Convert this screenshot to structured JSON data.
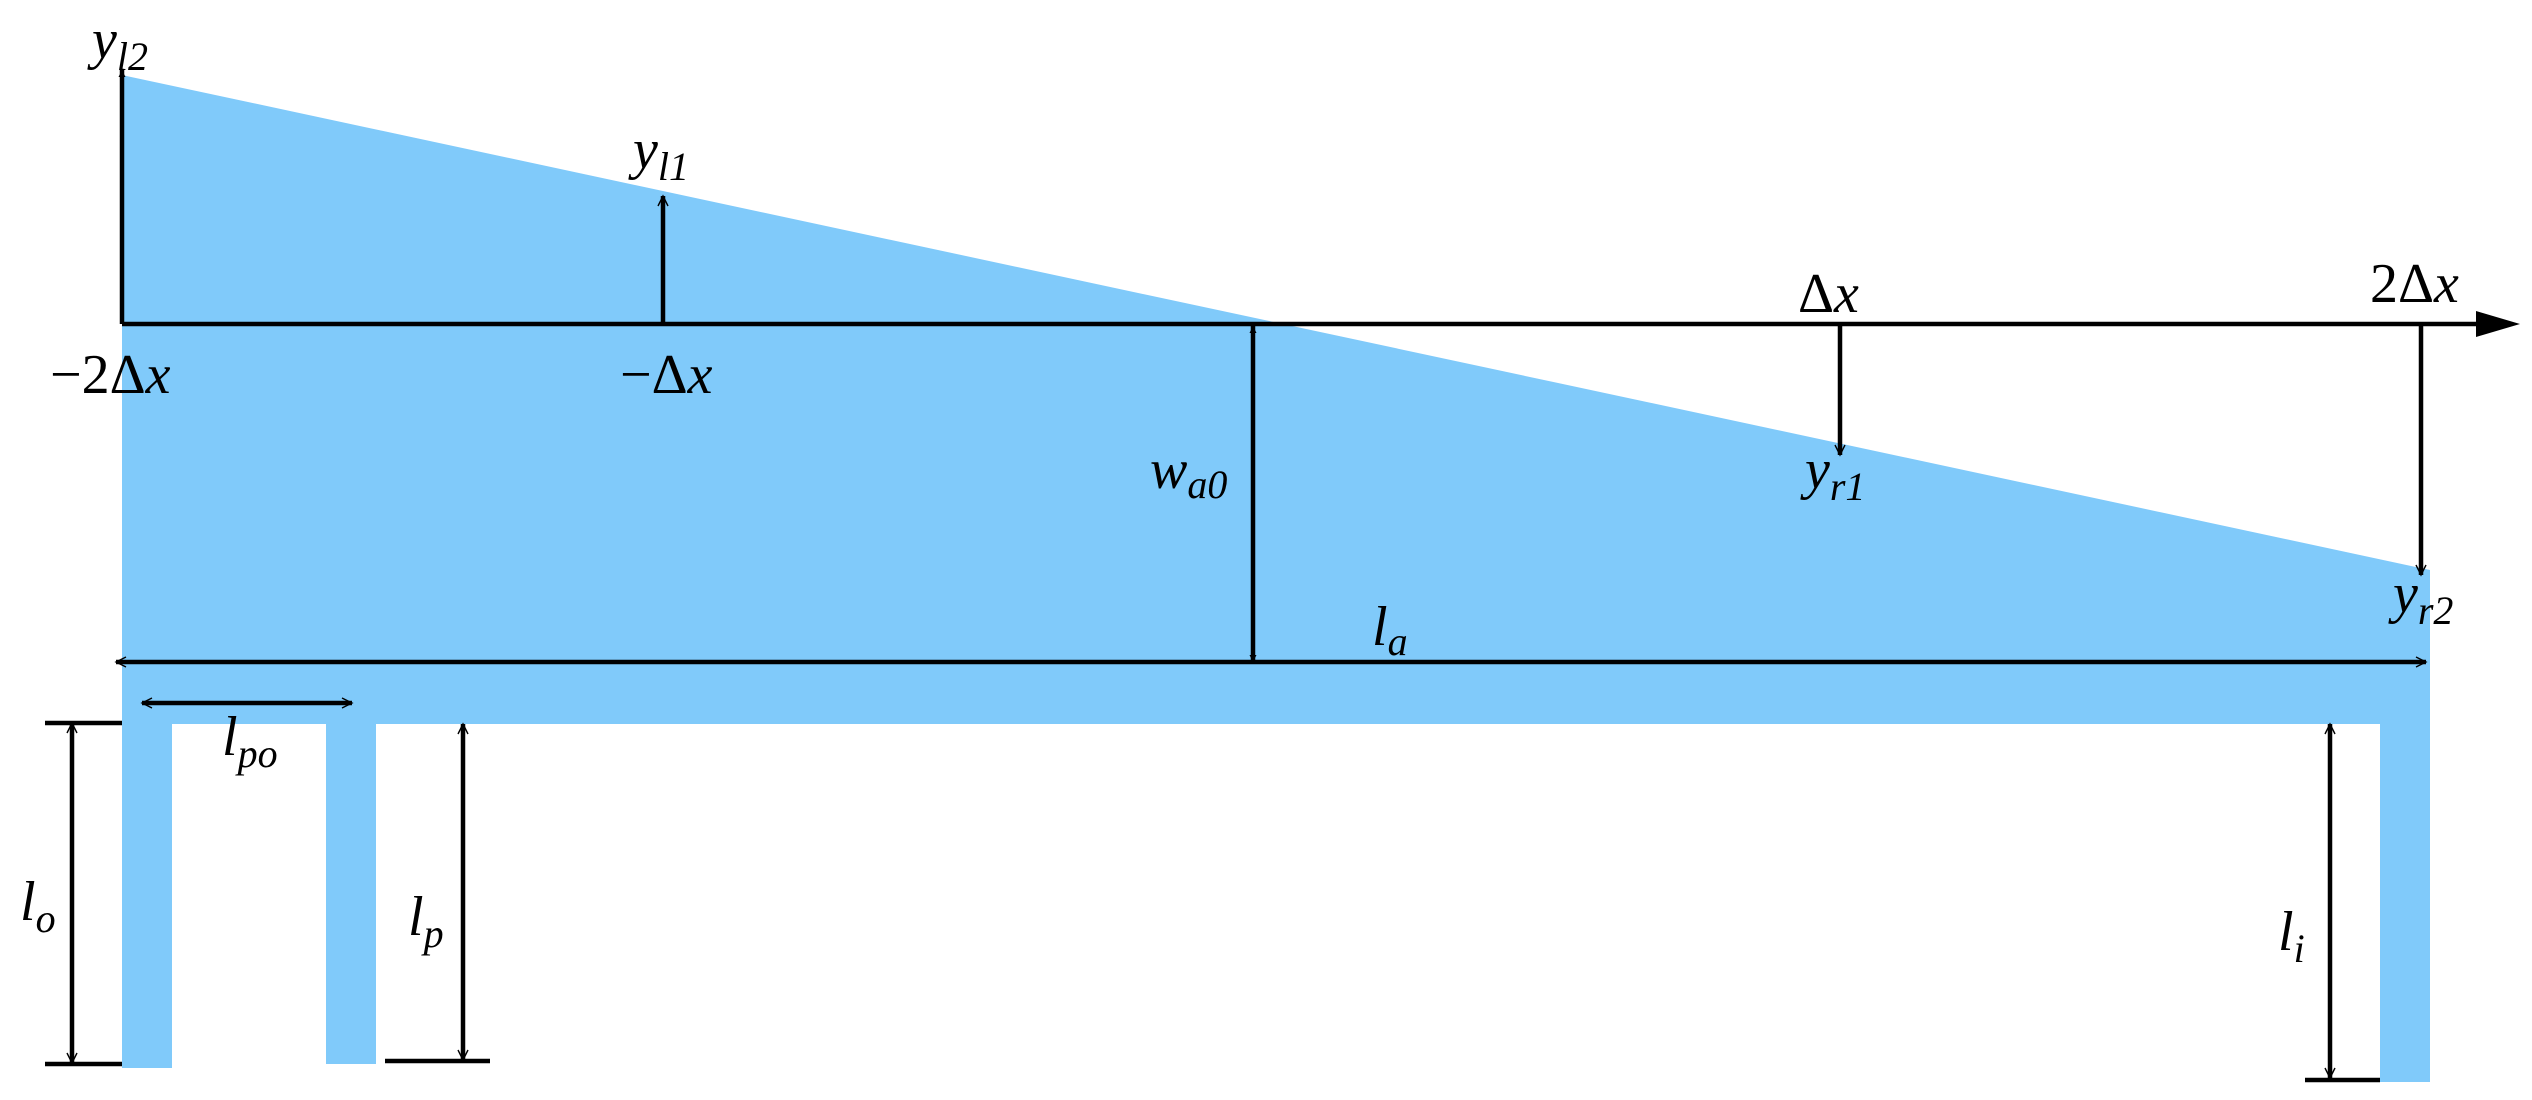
{
  "colors": {
    "fill": "#80CAFA",
    "line": "#000000",
    "background": "#FFFFFF"
  },
  "labels": {
    "y_l2": {
      "base": "y",
      "sub": "l2"
    },
    "y_l1": {
      "base": "y",
      "sub": "l1"
    },
    "x_neg2": {
      "sign": "−2",
      "delta": "Δ",
      "var": "x"
    },
    "x_neg1": {
      "sign": "−",
      "delta": "Δ",
      "var": "x"
    },
    "x_pos1": {
      "delta": "Δ",
      "var": "x"
    },
    "x_pos2": {
      "sign": "2",
      "delta": "Δ",
      "var": "x"
    },
    "w_a0": {
      "base": "w",
      "sub": "a0"
    },
    "y_r1": {
      "base": "y",
      "sub": "r1"
    },
    "y_r2": {
      "base": "y",
      "sub": "r2"
    },
    "l_a": {
      "base": "l",
      "sub": "a"
    },
    "l_po": {
      "base": "l",
      "sub": "po"
    },
    "l_o": {
      "base": "l",
      "sub": "o"
    },
    "l_p": {
      "base": "l",
      "sub": "p"
    },
    "l_i": {
      "base": "l",
      "sub": "i"
    }
  }
}
